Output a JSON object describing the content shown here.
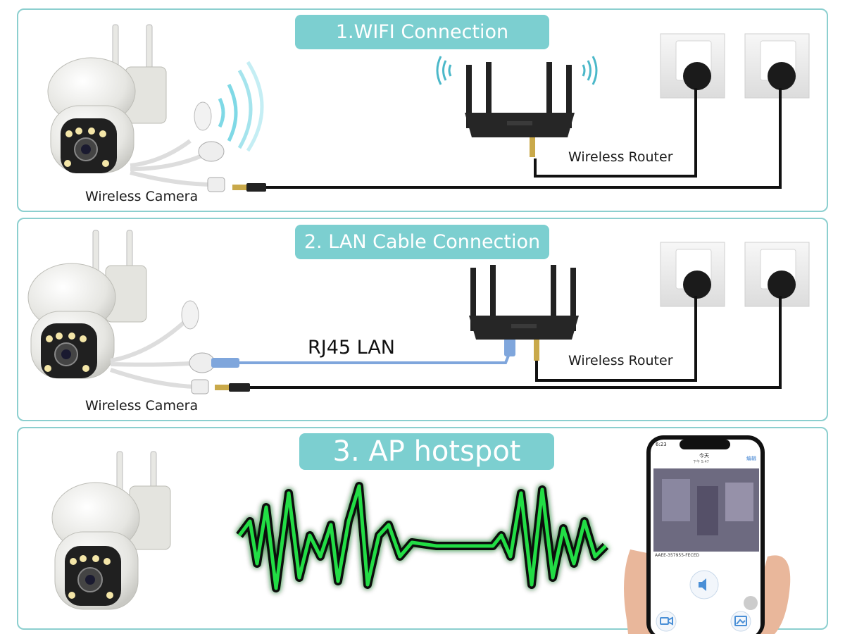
{
  "sections": [
    {
      "title": "1.WIFI Connection",
      "camera_label": "Wireless Camera",
      "router_label": "Wireless Router"
    },
    {
      "title": "2. LAN Cable Connection",
      "camera_label": "Wireless Camera",
      "router_label": "Wireless Router",
      "cable_label": "RJ45 LAN"
    },
    {
      "title": "3. AP hotspot"
    }
  ],
  "phone": {
    "time": "6:23",
    "header": "今天",
    "subheader": "下午 5:47",
    "edit": "编辑",
    "device_id": "AAEE-357955-FECED"
  },
  "colors": {
    "accent": "#7ccfd0",
    "border": "#8ccfcf",
    "signal": "#22dd44",
    "lan_cable": "#7fa6dc"
  }
}
